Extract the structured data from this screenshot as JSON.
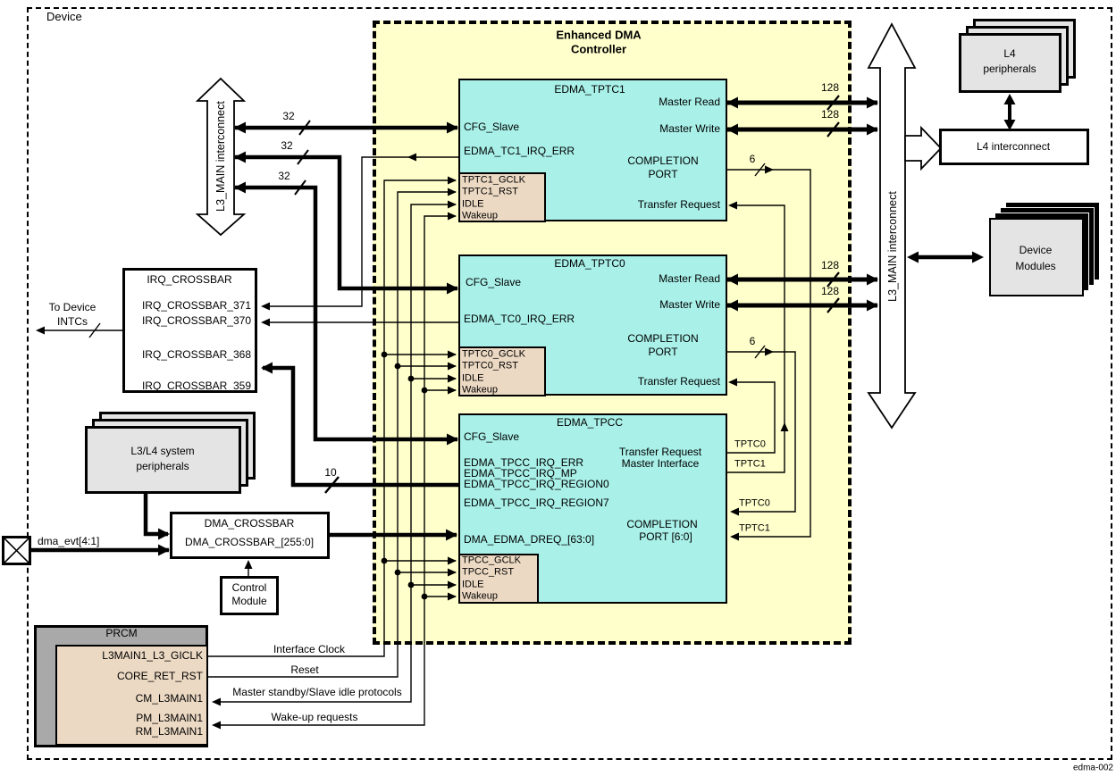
{
  "device_label": "Device",
  "diagram_code": "edma-002",
  "colors": {
    "edma_bg": "#ffffcc",
    "block_cyan": "#a8f0e8",
    "block_tan": "#ecd9c3",
    "stack_gray": "#e4e4e4",
    "prcm_gray": "#a9a9a9"
  },
  "edma": {
    "title1": "Enhanced DMA",
    "title2": "Controller"
  },
  "tptc1": {
    "title": "EDMA_TPTC1",
    "cfg": "CFG_Slave",
    "irq_err": "EDMA_TC1_IRQ_ERR",
    "master_read": "Master Read",
    "master_write": "Master Write",
    "completion1": "COMPLETION",
    "completion2": "PORT",
    "transfer_request": "Transfer Request",
    "signals": [
      "TPTC1_GCLK",
      "TPTC1_RST",
      "IDLE",
      "Wakeup"
    ]
  },
  "tptc0": {
    "title": "EDMA_TPTC0",
    "cfg": "CFG_Slave",
    "irq_err": "EDMA_TC0_IRQ_ERR",
    "master_read": "Master Read",
    "master_write": "Master Write",
    "completion1": "COMPLETION",
    "completion2": "PORT",
    "transfer_request": "Transfer Request",
    "signals": [
      "TPTC0_GCLK",
      "TPTC0_RST",
      "IDLE",
      "Wakeup"
    ]
  },
  "tpcc": {
    "title": "EDMA_TPCC",
    "cfg": "CFG_Slave",
    "irq_err": "EDMA_TPCC_IRQ_ERR",
    "irq_mp": "EDMA_TPCC_IRQ_MP",
    "irq_region0": "EDMA_TPCC_IRQ_REGION0",
    "irq_region7": "EDMA_TPCC_IRQ_REGION7",
    "dreq": "DMA_EDMA_DREQ_[63:0]",
    "transfer1": "Transfer Request",
    "transfer2": "Master Interface",
    "completion1": "COMPLETION",
    "completion2": "PORT [6:0]",
    "tr_out_tptc0": "TPTC0",
    "tr_out_tptc1": "TPTC1",
    "cp_in_tptc0": "TPTC0",
    "cp_in_tptc1": "TPTC1",
    "signals": [
      "TPCC_GCLK",
      "TPCC_RST",
      "IDLE",
      "Wakeup"
    ]
  },
  "irq_crossbar": {
    "title": "IRQ_CROSSBAR",
    "out1": "IRQ_CROSSBAR_371",
    "out2": "IRQ_CROSSBAR_370",
    "out3": "IRQ_CROSSBAR_368",
    "out4": "IRQ_CROSSBAR_359"
  },
  "to_device_intcs": {
    "line1": "To Device",
    "line2": "INTCs"
  },
  "l3l4_peripherals": {
    "line1": "L3/L4 system",
    "line2": "peripherals"
  },
  "dma_crossbar": {
    "title": "DMA_CROSSBAR",
    "signal": "DMA_CROSSBAR_[255:0]"
  },
  "control_module": {
    "line1": "Control",
    "line2": "Module"
  },
  "dma_evt_label": "dma_evt[4:1]",
  "prcm": {
    "title": "PRCM",
    "giclk": "L3MAIN1_L3_GICLK",
    "rst": "CORE_RET_RST",
    "cm": "CM_L3MAIN1",
    "pm": "PM_L3MAIN1",
    "rm": "RM_L3MAIN1"
  },
  "prcm_links": {
    "clock": "Interface Clock",
    "reset": "Reset",
    "standby": "Master standby/Slave idle protocols",
    "wakeup": "Wake-up requests"
  },
  "interconnect": {
    "left": "L3_MAIN interconnect",
    "right": "L3_MAIN interconnect"
  },
  "l4_peripherals": {
    "line1": "L4",
    "line2": "peripherals"
  },
  "l4_interconnect": "L4 interconnect",
  "device_modules": {
    "line1": "Device",
    "line2": "Modules"
  },
  "bus": {
    "w32": "32",
    "w128": "128",
    "w10": "10",
    "w6": "6"
  }
}
